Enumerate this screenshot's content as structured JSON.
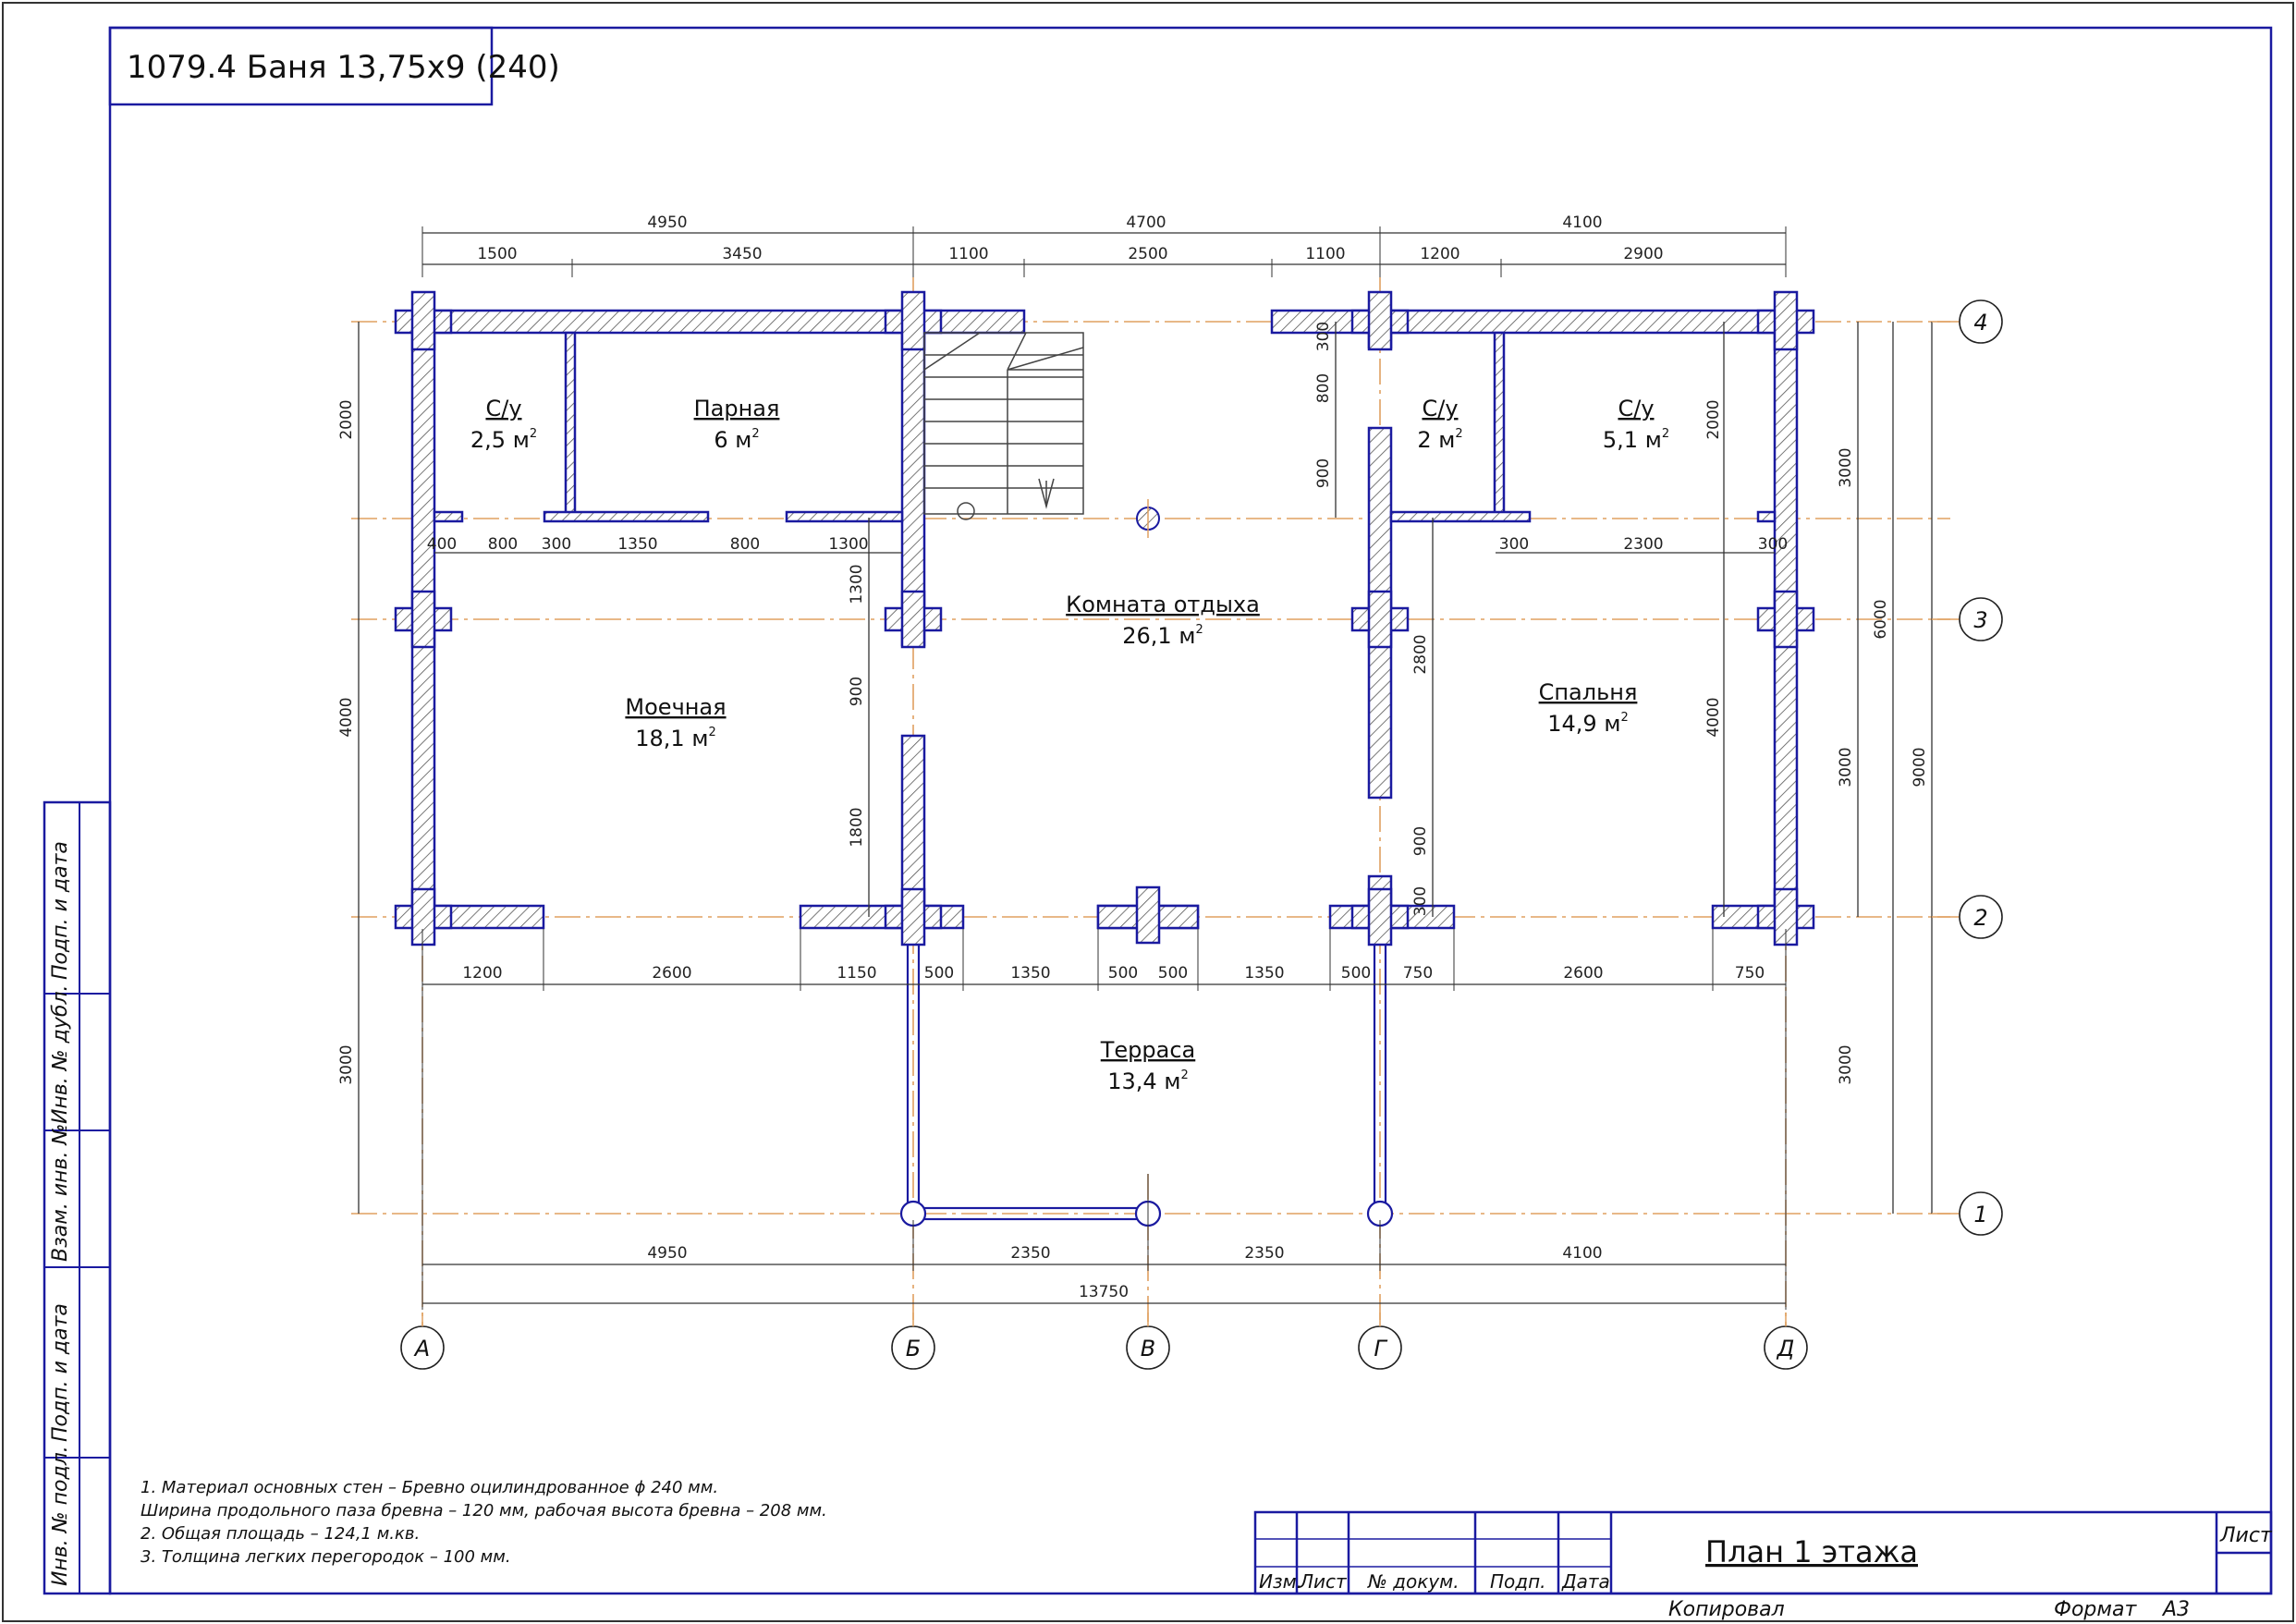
{
  "title": "1079.4 Баня 13,75x9 (240)",
  "side_stamp": [
    "Подп. и дата",
    "Инв. № дубл.",
    "Взам. инв. №",
    "Подп. и дата",
    "Инв. № подл."
  ],
  "dimensions": {
    "top_outer": [
      "4950",
      "4700",
      "4100"
    ],
    "top_inner": [
      "1500",
      "3450",
      "1100",
      "2500",
      "1100",
      "1200",
      "2900"
    ],
    "partition_row_left": [
      "400",
      "800",
      "300",
      "1350",
      "800",
      "1300"
    ],
    "partition_row_right": [
      "300",
      "2300",
      "300"
    ],
    "wall_row": [
      "1200",
      "2600",
      "1150",
      "500",
      "1350",
      "500",
      "500",
      "1350",
      "500",
      "750",
      "2600",
      "750"
    ],
    "bottom": [
      "4950",
      "2350",
      "2350",
      "4100"
    ],
    "overall": "13750",
    "left_side": [
      "2000",
      "4000",
      "3000"
    ],
    "right_inner": [
      "2000",
      "4000"
    ],
    "right_mid": [
      "3000",
      "3000",
      "3000"
    ],
    "right_6000": "6000",
    "right_total": "9000",
    "stair_wall": [
      "300",
      "800",
      "900"
    ],
    "b_wall": [
      "1300",
      "900",
      "1800"
    ],
    "g_wall": [
      "2800",
      "900",
      "300"
    ]
  },
  "rooms": [
    {
      "name": "С/у",
      "area": "2,5 м",
      "sup": "2"
    },
    {
      "name": "Парная",
      "area": "6 м",
      "sup": "2"
    },
    {
      "name": "С/у",
      "area": "2 м",
      "sup": "2"
    },
    {
      "name": "С/у",
      "area": "5,1 м",
      "sup": "2"
    },
    {
      "name": "Комната отдыха",
      "area": "26,1 м",
      "sup": "2"
    },
    {
      "name": "Моечная",
      "area": "18,1 м",
      "sup": "2"
    },
    {
      "name": "Спальня",
      "area": "14,9 м",
      "sup": "2"
    },
    {
      "name": "Терраса",
      "area": "13,4 м",
      "sup": "2"
    }
  ],
  "axes": {
    "letters": [
      "А",
      "Б",
      "В",
      "Г",
      "Д"
    ],
    "numbers": [
      "4",
      "3",
      "2",
      "1"
    ]
  },
  "notes": [
    "1. Материал основных стен – Бревно оцилиндрованное ϕ 240 мм.",
    "Ширина продольного паза бревна – 120 мм, рабочая высота бревна – 208 мм.",
    "2. Общая площадь – 124,1 м.кв.",
    "3. Толщина легких перегородок – 100 мм."
  ],
  "title_block": {
    "headers": [
      "Изм.",
      "Лист",
      "№ докум.",
      "Подп.",
      "Дата"
    ],
    "sheet_title": "План 1 этажа",
    "sheet_label": "Лист",
    "copied": "Копировал",
    "format_label": "Формат",
    "format_value": "А3"
  },
  "colors": {
    "frame": "#1a1aa0",
    "wall": "#1a1aa0",
    "axis": "#e0a060",
    "dim": "#333333",
    "text": "#111111"
  }
}
